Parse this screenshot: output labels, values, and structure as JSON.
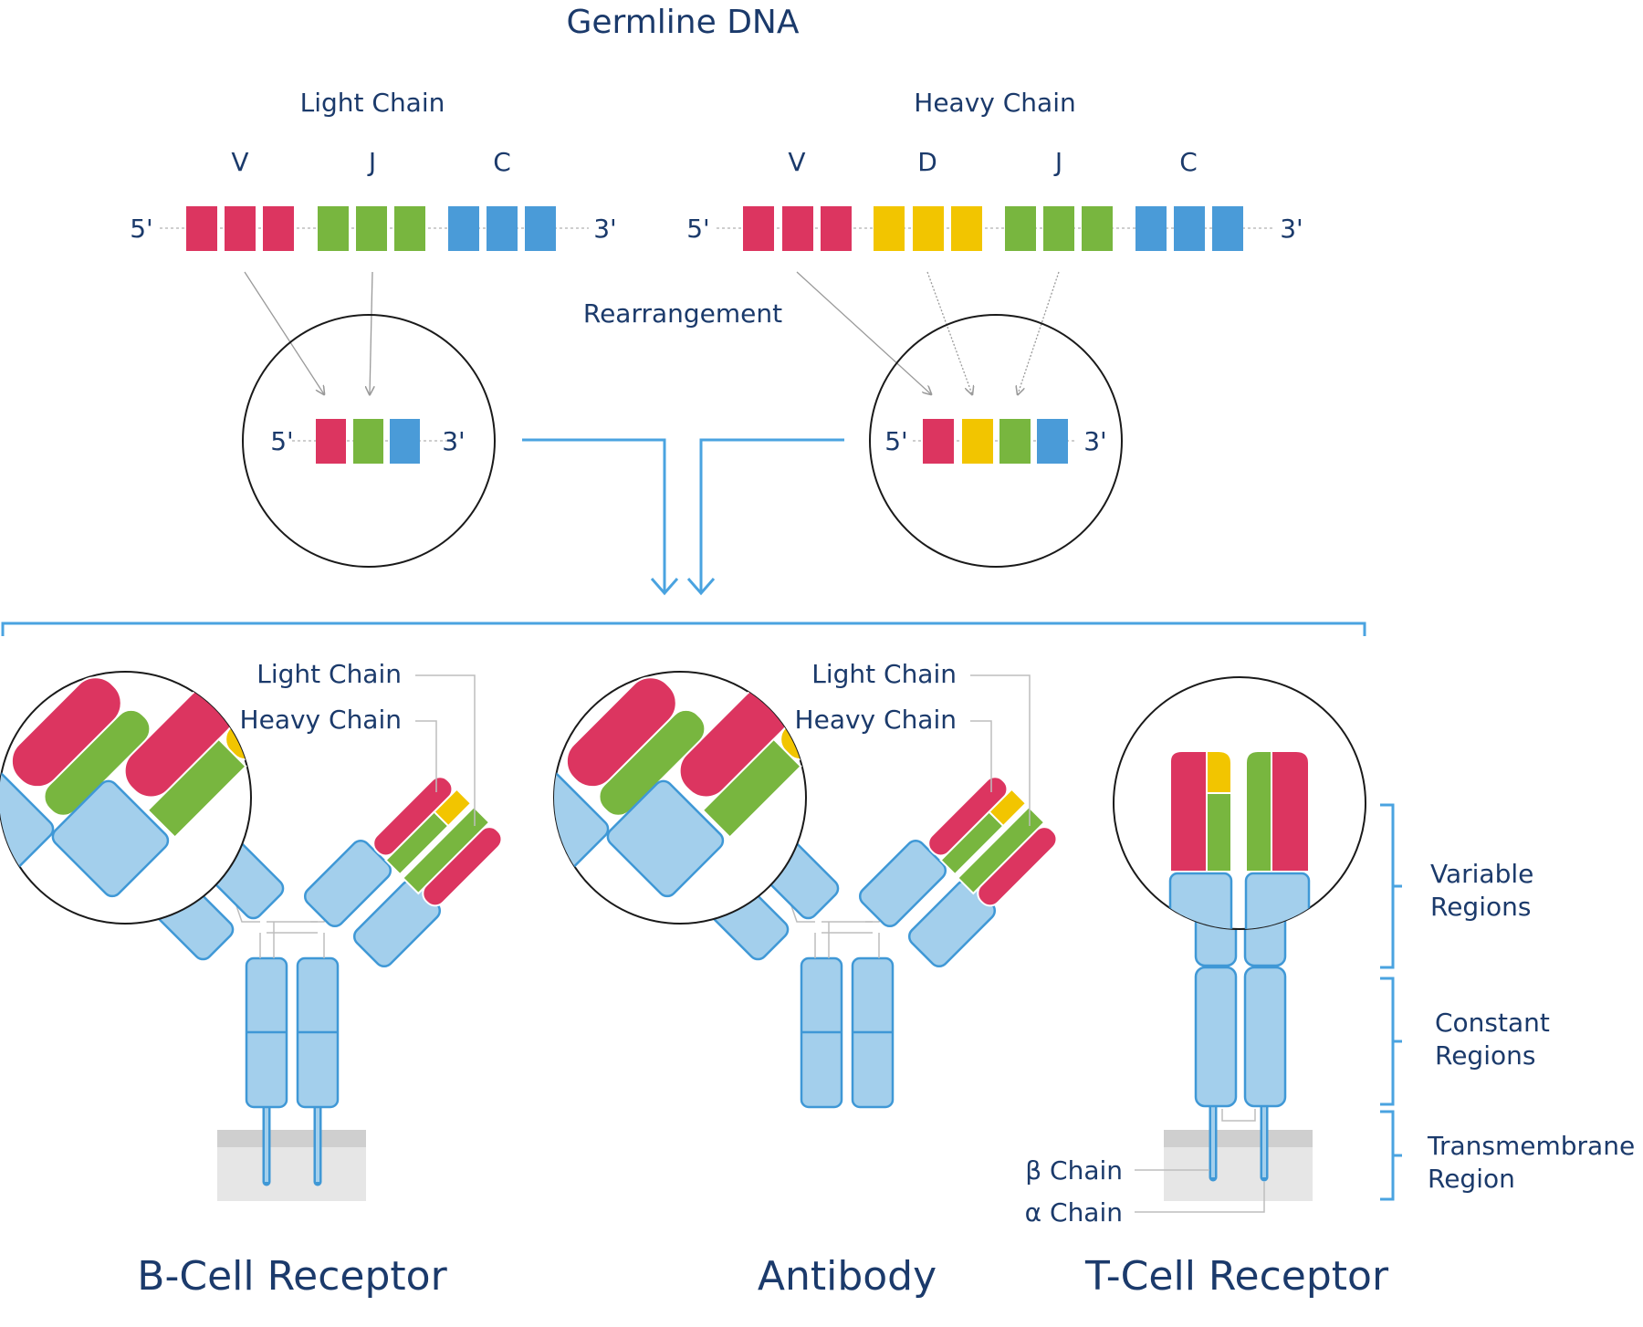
{
  "colors": {
    "v_segment": "#dc3560",
    "d_segment": "#f2c500",
    "j_segment": "#78b63f",
    "c_segment": "#4a9bd8",
    "constant_region_fill": "#a3cfec",
    "constant_region_stroke": "#3f98d6",
    "text": "#1b3a6b",
    "connector": "#4aa3e0"
  },
  "title": "Germline DNA",
  "light_chain_germline": {
    "label": "Light Chain",
    "five_prime": "5'",
    "three_prime": "3'",
    "segments": [
      "V",
      "J",
      "C"
    ]
  },
  "heavy_chain_germline": {
    "label": "Heavy Chain",
    "five_prime": "5'",
    "three_prime": "3'",
    "segments": [
      "V",
      "D",
      "J",
      "C"
    ]
  },
  "rearrangement_label": "Rearrangement",
  "light_rearranged": {
    "five_prime": "5'",
    "three_prime": "3'"
  },
  "heavy_rearranged": {
    "five_prime": "5'",
    "three_prime": "3'"
  },
  "bcr": {
    "light_chain_label": "Light Chain",
    "heavy_chain_label": "Heavy Chain",
    "caption": "B-Cell Receptor"
  },
  "antibody": {
    "light_chain_label": "Light Chain",
    "heavy_chain_label": "Heavy Chain",
    "caption": "Antibody"
  },
  "tcr": {
    "beta_chain_label": "β Chain",
    "alpha_chain_label": "α Chain",
    "caption": "T-Cell Receptor"
  },
  "regions": {
    "variable": [
      "Variable",
      "Regions"
    ],
    "constant": [
      "Constant",
      "Regions"
    ],
    "transmembrane": [
      "Transmembrane",
      "Region"
    ]
  }
}
